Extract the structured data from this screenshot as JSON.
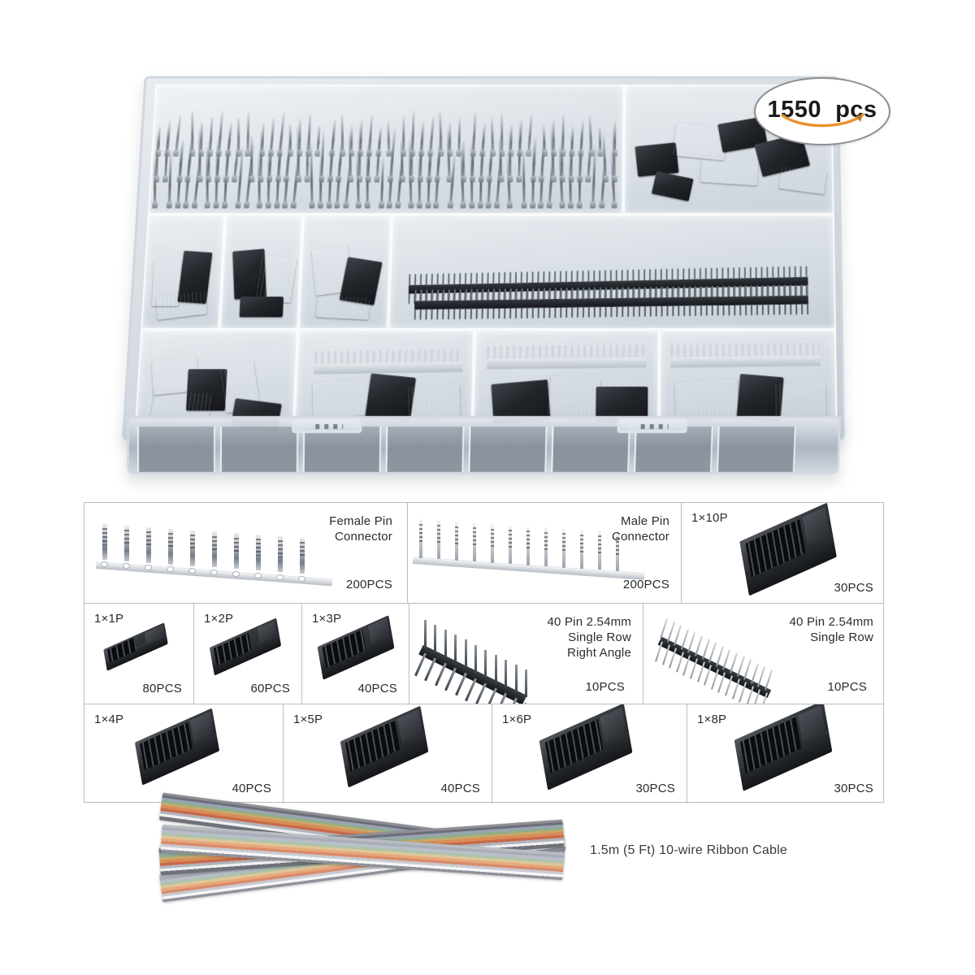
{
  "product": {
    "badge_count": "1550",
    "badge_unit": "pcs",
    "badge_aria": "1550 pcs"
  },
  "photo": {
    "box_name": "transparent-compartment-storage-box"
  },
  "spec_table": {
    "rows": [
      {
        "cells": [
          {
            "label": "Female Pin\nConnector",
            "qty": "200PCS",
            "art": "female-crimp-terminal-strip"
          },
          {
            "label": "Male Pin\nConnector",
            "qty": "200PCS",
            "art": "male-crimp-terminal-strip"
          },
          {
            "label": "1×10P",
            "qty": "30PCS",
            "art": "dupont-housing-10p"
          }
        ]
      },
      {
        "cells": [
          {
            "label": "1×1P",
            "qty": "80PCS",
            "art": "dupont-housing-1p"
          },
          {
            "label": "1×2P",
            "qty": "60PCS",
            "art": "dupont-housing-2p"
          },
          {
            "label": "1×3P",
            "qty": "40PCS",
            "art": "dupont-housing-3p"
          },
          {
            "label": "40 Pin 2.54mm\nSingle Row\nRight Angle",
            "qty": "10PCS",
            "art": "pin-header-right-angle"
          },
          {
            "label": "40 Pin 2.54mm\nSingle Row",
            "qty": "10PCS",
            "art": "pin-header-straight"
          }
        ]
      },
      {
        "cells": [
          {
            "label": "1×4P",
            "qty": "40PCS",
            "art": "dupont-housing-4p"
          },
          {
            "label": "1×5P",
            "qty": "40PCS",
            "art": "dupont-housing-5p"
          },
          {
            "label": "1×6P",
            "qty": "30PCS",
            "art": "dupont-housing-6p"
          },
          {
            "label": "1×8P",
            "qty": "30PCS",
            "art": "dupont-housing-8p"
          }
        ]
      }
    ]
  },
  "ribbon": {
    "caption": "1.5m (5 Ft) 10-wire Ribbon Cable"
  },
  "colors": {
    "badge_smile": "#e8922f",
    "table_border": "#b9bcc0",
    "text": "#2b2b2b",
    "housing_black": "#1b1e22",
    "metal_silver": "#aeb5bc"
  }
}
